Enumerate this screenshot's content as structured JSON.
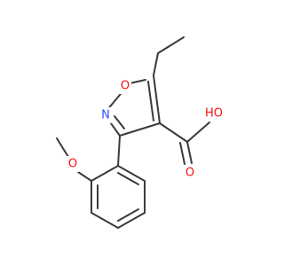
{
  "molecule": {
    "atoms": {
      "ring_oxygen": {
        "symbol": "O"
      },
      "ring_nitrogen": {
        "symbol": "N"
      },
      "hydroxyl": {
        "symbol": "HO"
      },
      "carbonyl_oxygen": {
        "symbol": "O"
      },
      "methoxy_oxygen": {
        "symbol": "O"
      }
    }
  },
  "colors": {
    "bond": "#3a3a3a",
    "oxygen": "#ff0d0d",
    "nitrogen": "#3050f8",
    "background": "#ffffff"
  }
}
